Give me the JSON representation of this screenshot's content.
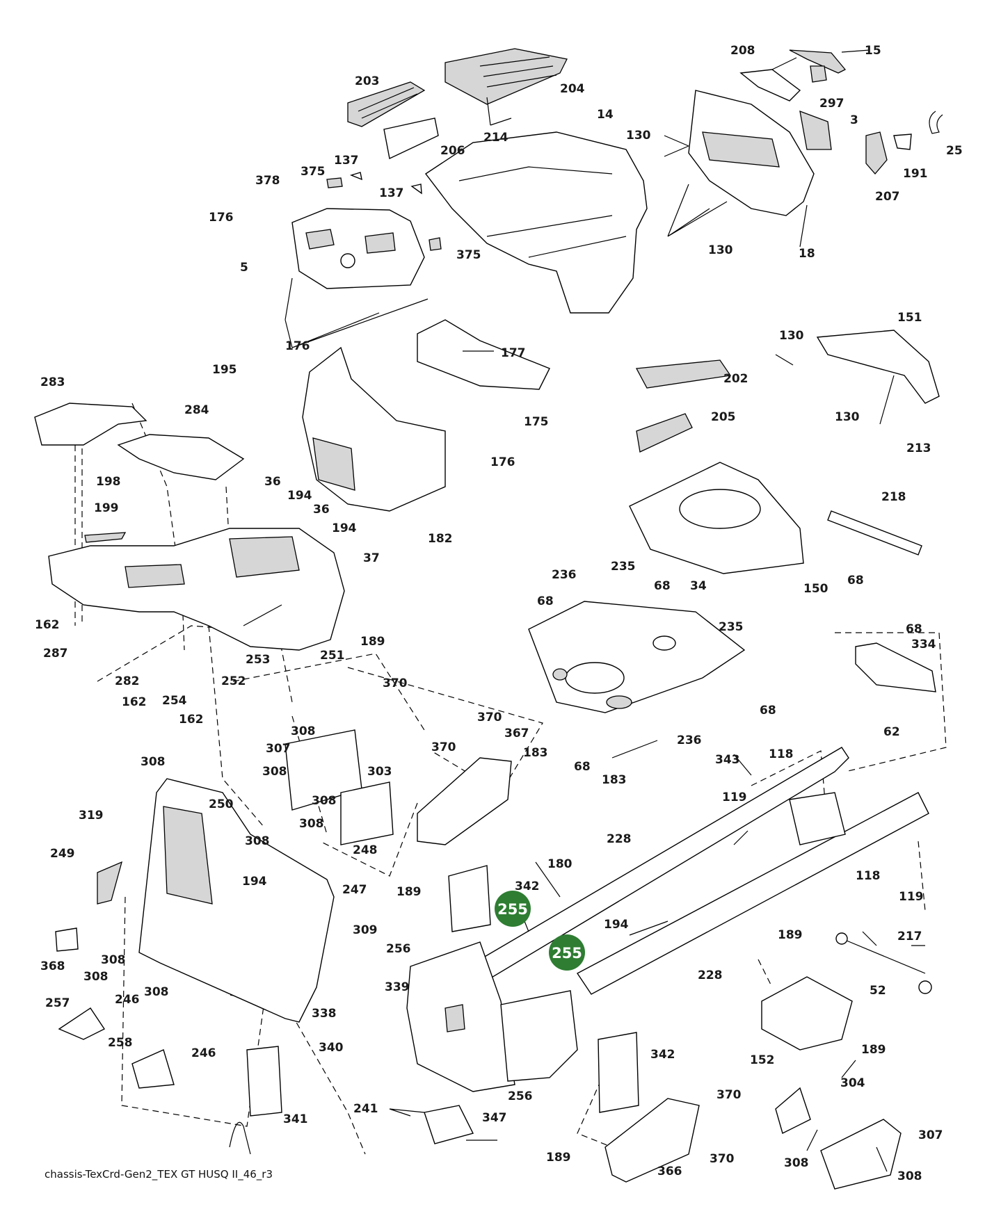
{
  "caption": "chassis-TexCrd-Gen2_TEX GT HUSQ II_46_r3",
  "highlight_color": "#2e7d32",
  "labels": {
    "l15": "15",
    "l208": "208",
    "l203": "203",
    "l204": "204",
    "l297": "297",
    "l3": "3",
    "l14": "14",
    "l130a": "130",
    "l25": "25",
    "l191": "191",
    "l214": "214",
    "l206": "206",
    "l207": "207",
    "l375a": "375",
    "l137a": "137",
    "l378": "378",
    "l137b": "137",
    "l176a": "176",
    "l375b": "375",
    "l130b": "130",
    "l18": "18",
    "l5": "5",
    "l176b": "176",
    "l177": "177",
    "l130c": "130",
    "l151": "151",
    "l195": "195",
    "l202": "202",
    "l283": "283",
    "l175": "175",
    "l130d": "130",
    "l284": "284",
    "l205": "205",
    "l176c": "176",
    "l36a": "36",
    "l198": "198",
    "l194a": "194",
    "l213": "213",
    "l218": "218",
    "l199": "199",
    "l36b": "36",
    "l194b": "194",
    "l182": "182",
    "l68a": "68",
    "l37": "37",
    "l150": "150",
    "l235a": "235",
    "l236a": "236",
    "l68b": "68",
    "l34": "34",
    "l68c": "68",
    "l162a": "162",
    "l235b": "235",
    "l68d": "68",
    "l189a": "189",
    "l287": "287",
    "l334": "334",
    "l251": "251",
    "l253": "253",
    "l282": "282",
    "l370a": "370",
    "l252": "252",
    "l162b": "162",
    "l254": "254",
    "l236b": "236",
    "l68e": "68",
    "l62": "62",
    "l162c": "162",
    "l308a": "308",
    "l370b": "370",
    "l367": "367",
    "l307a": "307",
    "l183a": "183",
    "l370c": "370",
    "l343": "343",
    "l118a": "118",
    "l68f": "68",
    "l308b": "308",
    "l303": "303",
    "l183b": "183",
    "l308c": "308",
    "l119a": "119",
    "l250": "250",
    "l308d": "308",
    "l319": "319",
    "l308e": "308",
    "l228a": "228",
    "l249": "249",
    "l308f": "308",
    "l248": "248",
    "l180": "180",
    "l194c": "194",
    "l118b": "118",
    "l342a": "342",
    "l247": "247",
    "l189b": "189",
    "l119b": "119",
    "l194d": "194",
    "l309": "309",
    "l217": "217",
    "l189c": "189",
    "l368": "368",
    "l308g": "308",
    "l256a": "256",
    "l228b": "228",
    "l308h": "308",
    "l52": "52",
    "l339": "339",
    "l257": "257",
    "l246a": "246",
    "l308i": "308",
    "l338": "338",
    "l189d": "189",
    "l152": "152",
    "l258": "258",
    "l340": "340",
    "l342b": "342",
    "l256b": "256",
    "l246b": "246",
    "l304": "304",
    "l370d": "370",
    "l241": "241",
    "l347": "347",
    "l341": "341",
    "l307b": "307",
    "l308j": "308",
    "l189e": "189",
    "l370e": "370",
    "l366": "366",
    "l308k": "308"
  },
  "badges": {
    "b1": "255",
    "b2": "255"
  }
}
